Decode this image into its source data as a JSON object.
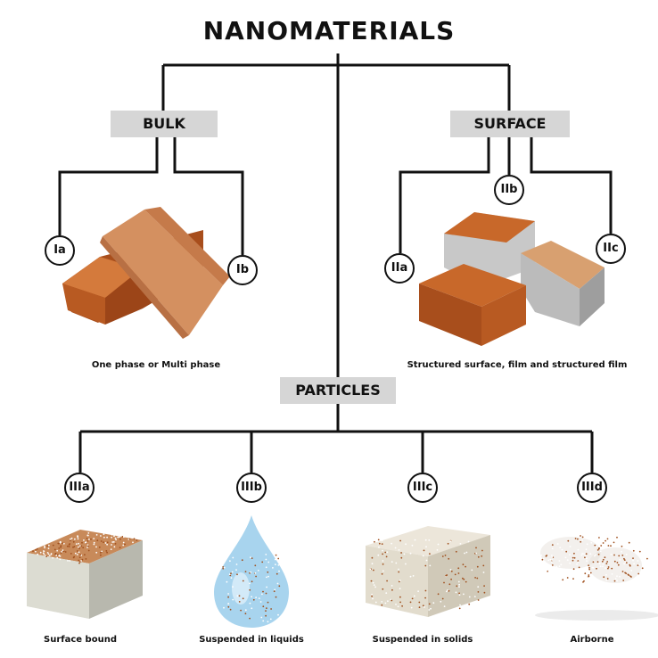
{
  "title": "NANOMATERIALS",
  "categories": {
    "bulk": "BULK",
    "surface": "SURFACE",
    "particles": "PARTICLES"
  },
  "badges": {
    "ia": "Ia",
    "ib": "Ib",
    "iia": "IIa",
    "iib": "IIb",
    "iic": "IIc",
    "iiia": "IIIa",
    "iiib": "IIIb",
    "iiic": "IIIc",
    "iiid": "IIId"
  },
  "captions": {
    "bulk": "One phase or Multi phase",
    "surface": "Structured surface, film and structured film",
    "iiia": "Surface bound",
    "iiib": "Suspended in liquids",
    "iiic": "Suspended in solids",
    "iiid": "Airborne"
  },
  "colors": {
    "line": "#111111",
    "box": "#d6d6d6",
    "copper": "#c8682a",
    "copper_light": "#d89a6a",
    "drop": "#9fd0ee"
  }
}
